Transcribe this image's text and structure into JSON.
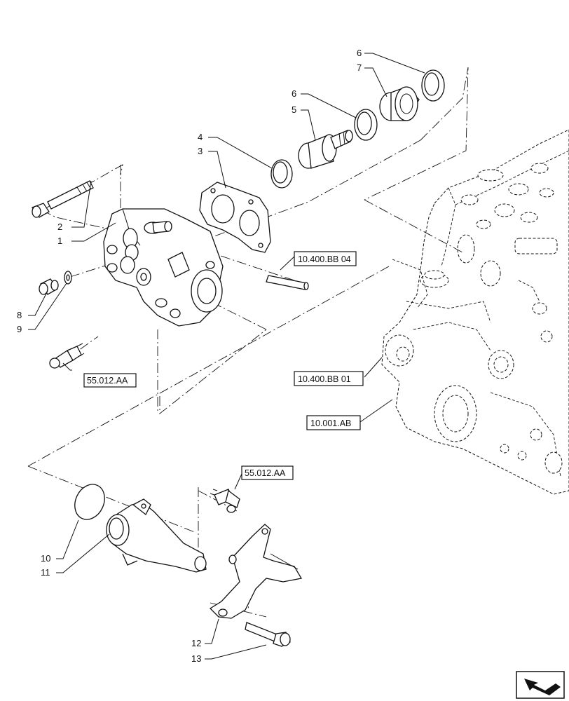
{
  "callouts": {
    "c1": "1",
    "c2": "2",
    "c3": "3",
    "c4": "4",
    "c5": "5",
    "c6a": "6",
    "c6b": "6",
    "c7": "7",
    "c8": "8",
    "c9": "9",
    "c10": "10",
    "c11": "11",
    "c12": "12",
    "c13": "13"
  },
  "references": {
    "r_bb04": "10.400.BB 04",
    "r_55_top": "55.012.AA",
    "r_bb01": "10.400.BB 01",
    "r_ab": "10.001.AB",
    "r_55_bottom": "55.012.AA"
  },
  "nav_icon": "arrow-navigation-icon"
}
